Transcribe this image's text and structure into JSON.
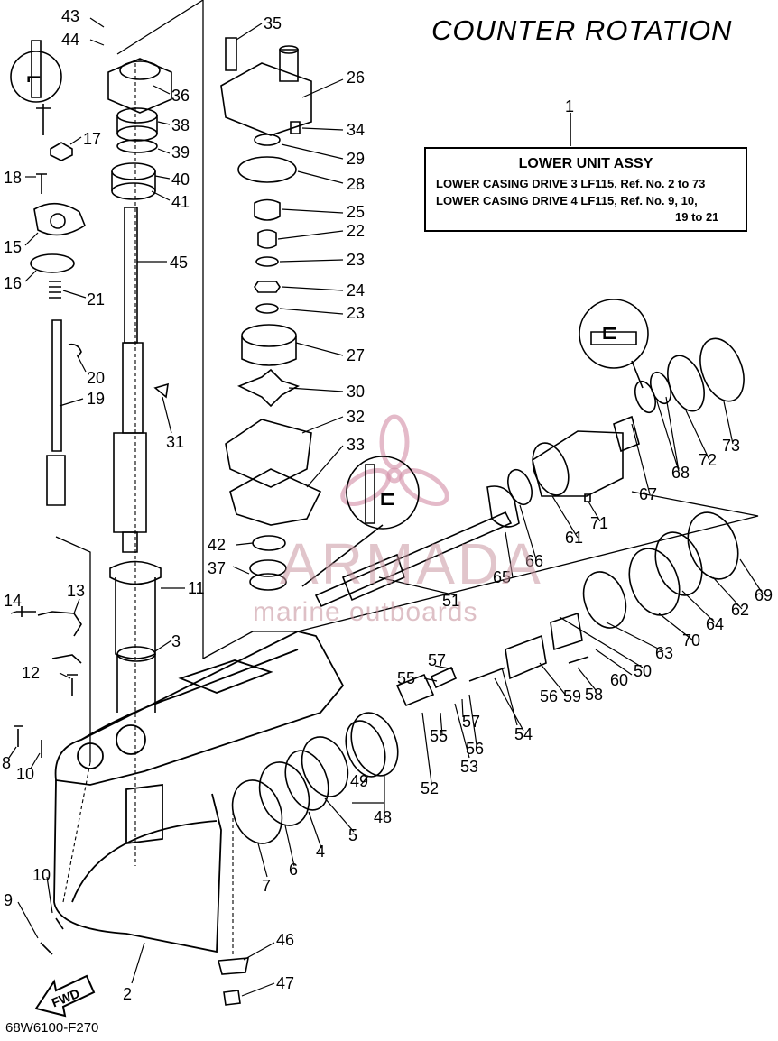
{
  "title": "COUNTER ROTATION",
  "assembly": {
    "ref_number": "1",
    "name": "LOWER UNIT ASSY",
    "line1": "LOWER CASING DRIVE 3 LF115, Ref. No. 2 to 73",
    "line2": "LOWER CASING DRIVE 4 LF115, Ref. No. 9, 10,",
    "line3": "19 to 21"
  },
  "watermark": {
    "name": "ARMADA",
    "subtitle": "marine outboards"
  },
  "direction_label": "FWD",
  "footer_code": "68W6100-F270",
  "callouts": [
    {
      "id": "c43",
      "num": "43"
    },
    {
      "id": "c44",
      "num": "44"
    },
    {
      "id": "c36",
      "num": "36"
    },
    {
      "id": "c38",
      "num": "38"
    },
    {
      "id": "c39",
      "num": "39"
    },
    {
      "id": "c40",
      "num": "40"
    },
    {
      "id": "c41",
      "num": "41"
    },
    {
      "id": "c45",
      "num": "45"
    },
    {
      "id": "c17",
      "num": "17"
    },
    {
      "id": "c18",
      "num": "18"
    },
    {
      "id": "c15",
      "num": "15"
    },
    {
      "id": "c16",
      "num": "16"
    },
    {
      "id": "c21",
      "num": "21"
    },
    {
      "id": "c20",
      "num": "20"
    },
    {
      "id": "c19",
      "num": "19"
    },
    {
      "id": "c31",
      "num": "31"
    },
    {
      "id": "c35",
      "num": "35"
    },
    {
      "id": "c26",
      "num": "26"
    },
    {
      "id": "c34",
      "num": "34"
    },
    {
      "id": "c29",
      "num": "29"
    },
    {
      "id": "c28",
      "num": "28"
    },
    {
      "id": "c25",
      "num": "25"
    },
    {
      "id": "c22",
      "num": "22"
    },
    {
      "id": "c23a",
      "num": "23"
    },
    {
      "id": "c24",
      "num": "24"
    },
    {
      "id": "c23b",
      "num": "23"
    },
    {
      "id": "c27",
      "num": "27"
    },
    {
      "id": "c30",
      "num": "30"
    },
    {
      "id": "c32",
      "num": "32"
    },
    {
      "id": "c33",
      "num": "33"
    },
    {
      "id": "c42",
      "num": "42"
    },
    {
      "id": "c37",
      "num": "37"
    },
    {
      "id": "c11",
      "num": "11"
    },
    {
      "id": "c3",
      "num": "3"
    },
    {
      "id": "c14",
      "num": "14"
    },
    {
      "id": "c13",
      "num": "13"
    },
    {
      "id": "c12",
      "num": "12"
    },
    {
      "id": "c8",
      "num": "8"
    },
    {
      "id": "c10a",
      "num": "10"
    },
    {
      "id": "c10b",
      "num": "10"
    },
    {
      "id": "c9",
      "num": "9"
    },
    {
      "id": "c2",
      "num": "2"
    },
    {
      "id": "c46",
      "num": "46"
    },
    {
      "id": "c47",
      "num": "47"
    },
    {
      "id": "c7",
      "num": "7"
    },
    {
      "id": "c6",
      "num": "6"
    },
    {
      "id": "c4",
      "num": "4"
    },
    {
      "id": "c5",
      "num": "5"
    },
    {
      "id": "c49",
      "num": "49"
    },
    {
      "id": "c48",
      "num": "48"
    },
    {
      "id": "c52",
      "num": "52"
    },
    {
      "id": "c53",
      "num": "53"
    },
    {
      "id": "c55a",
      "num": "55"
    },
    {
      "id": "c55b",
      "num": "55"
    },
    {
      "id": "c57a",
      "num": "57"
    },
    {
      "id": "c57b",
      "num": "57"
    },
    {
      "id": "c56a",
      "num": "56"
    },
    {
      "id": "c56b",
      "num": "56"
    },
    {
      "id": "c54",
      "num": "54"
    },
    {
      "id": "c59",
      "num": "59"
    },
    {
      "id": "c58",
      "num": "58"
    },
    {
      "id": "c60",
      "num": "60"
    },
    {
      "id": "c50",
      "num": "50"
    },
    {
      "id": "c63",
      "num": "63"
    },
    {
      "id": "c70",
      "num": "70"
    },
    {
      "id": "c64",
      "num": "64"
    },
    {
      "id": "c62",
      "num": "62"
    },
    {
      "id": "c69",
      "num": "69"
    },
    {
      "id": "c51",
      "num": "51"
    },
    {
      "id": "c65",
      "num": "65"
    },
    {
      "id": "c66",
      "num": "66"
    },
    {
      "id": "c61",
      "num": "61"
    },
    {
      "id": "c71",
      "num": "71"
    },
    {
      "id": "c67",
      "num": "67"
    },
    {
      "id": "c68",
      "num": "68"
    },
    {
      "id": "c72",
      "num": "72"
    },
    {
      "id": "c73",
      "num": "73"
    }
  ]
}
